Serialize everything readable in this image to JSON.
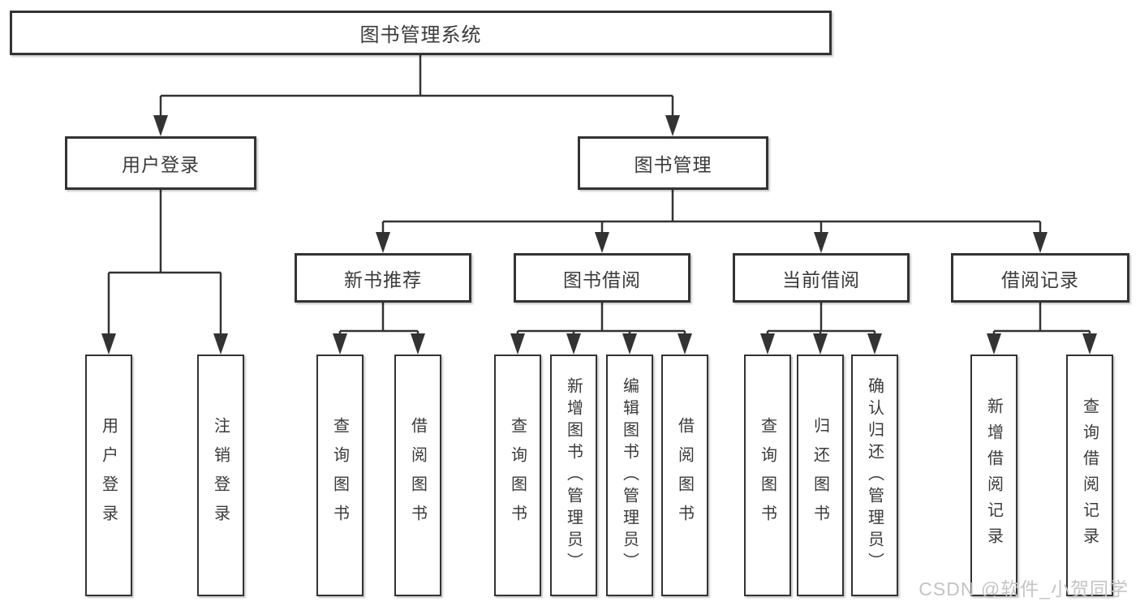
{
  "diagram": {
    "root": {
      "label": "图书管理系统"
    },
    "user_login": {
      "label": "用户登录",
      "children": {
        "login": {
          "label": "用户登录"
        },
        "logout": {
          "label": "注销登录"
        }
      }
    },
    "book_mgmt": {
      "label": "图书管理",
      "sections": {
        "new_books": {
          "label": "新书推荐",
          "children": {
            "query": {
              "label": "查询图书"
            },
            "borrow": {
              "label": "借阅图书"
            }
          }
        },
        "borrowing": {
          "label": "图书借阅",
          "children": {
            "query": {
              "label": "查询图书"
            },
            "add": {
              "label": "新增图书（管理员）"
            },
            "edit": {
              "label": "编辑图书（管理员）"
            },
            "borrow": {
              "label": "借阅图书"
            }
          }
        },
        "current": {
          "label": "当前借阅",
          "children": {
            "query": {
              "label": "查询图书"
            },
            "return": {
              "label": "归还图书"
            },
            "confirm": {
              "label": "确认归还（管理员）"
            }
          }
        },
        "records": {
          "label": "借阅记录",
          "children": {
            "add": {
              "label": "新增借阅记录"
            },
            "query": {
              "label": "查询借阅记录"
            }
          }
        }
      }
    }
  },
  "watermark": {
    "text": "CSDN @软件_小贺同学"
  },
  "colors": {
    "line": "#333333",
    "box_border": "#333333",
    "box_fill": "#ffffff",
    "text": "#3a3a3a",
    "watermark": "#c4c4c4",
    "background": "#ffffff"
  }
}
